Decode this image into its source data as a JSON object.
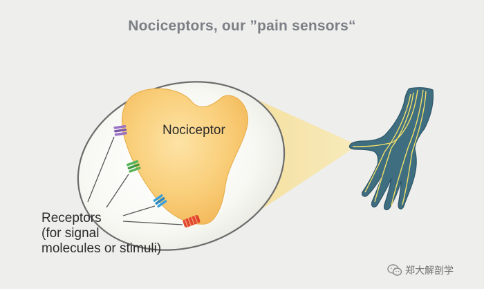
{
  "title": "Nociceptors, our ”pain sensors“",
  "labels": {
    "nociceptor": "Nociceptor",
    "receptors_line1": "Receptors",
    "receptors_line2": "(for signal",
    "receptors_line3": "molecules or stimuli)"
  },
  "watermark": {
    "text": "郑大解剖学",
    "icon": "wechat-icon"
  },
  "colors": {
    "background": "#eeeeed",
    "cell": "#f7c566",
    "hand": "#3e6e80",
    "nerve": "#f2df6a",
    "receptor_purple": "#9b72c4",
    "receptor_green": "#58b45a",
    "receptor_blue": "#3aa0d8",
    "receptor_red": "#e0462a"
  }
}
